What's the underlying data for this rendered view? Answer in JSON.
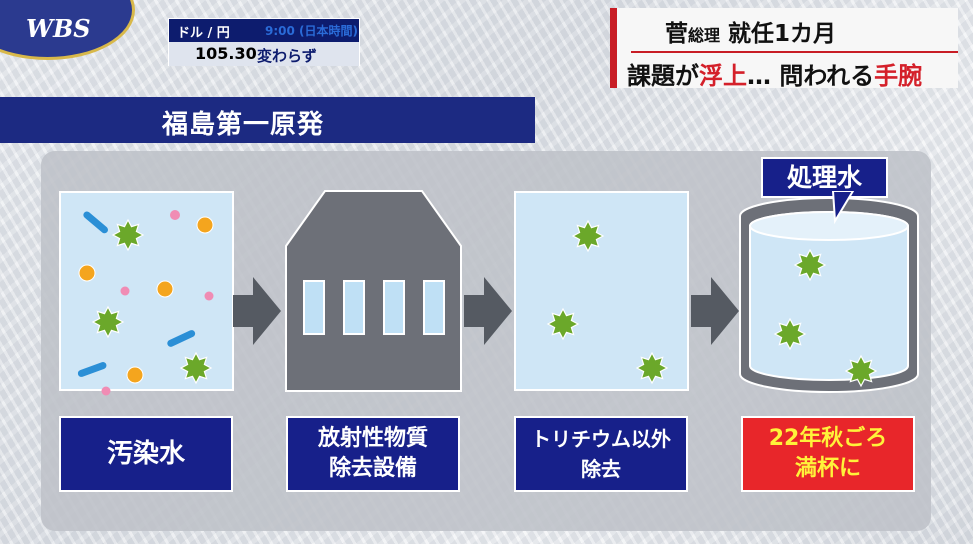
{
  "broadcast": {
    "logo": "WBS"
  },
  "ticker": {
    "pair_label": "ドル / 円",
    "time_text": "9:00 (日本時間)",
    "value": "105.30",
    "change": "変わらず"
  },
  "headline": {
    "line1_name": "菅",
    "line1_title": "総理",
    "line1_rest": "就任1カ月",
    "line2_a": "課題が",
    "line2_red1": "浮上",
    "line2_b": "… 問われる",
    "line2_red2": "手腕"
  },
  "section": {
    "title": "福島第一原発"
  },
  "flow": {
    "steps": [
      {
        "lines": [
          "汚染水"
        ]
      },
      {
        "lines": [
          "放射性物質",
          "除去設備"
        ]
      },
      {
        "lines": [
          "トリチウム以外",
          "除去"
        ]
      },
      {
        "lines": [
          "22年秋ごろ",
          "満杯に"
        ]
      }
    ],
    "tank_callout": "処理水"
  },
  "colors": {
    "navy": "#17208a",
    "water": "#cfe6f6",
    "tritium_green": "#6ba82a",
    "alert_red": "#e8262a",
    "alert_text": "#fff23a"
  }
}
